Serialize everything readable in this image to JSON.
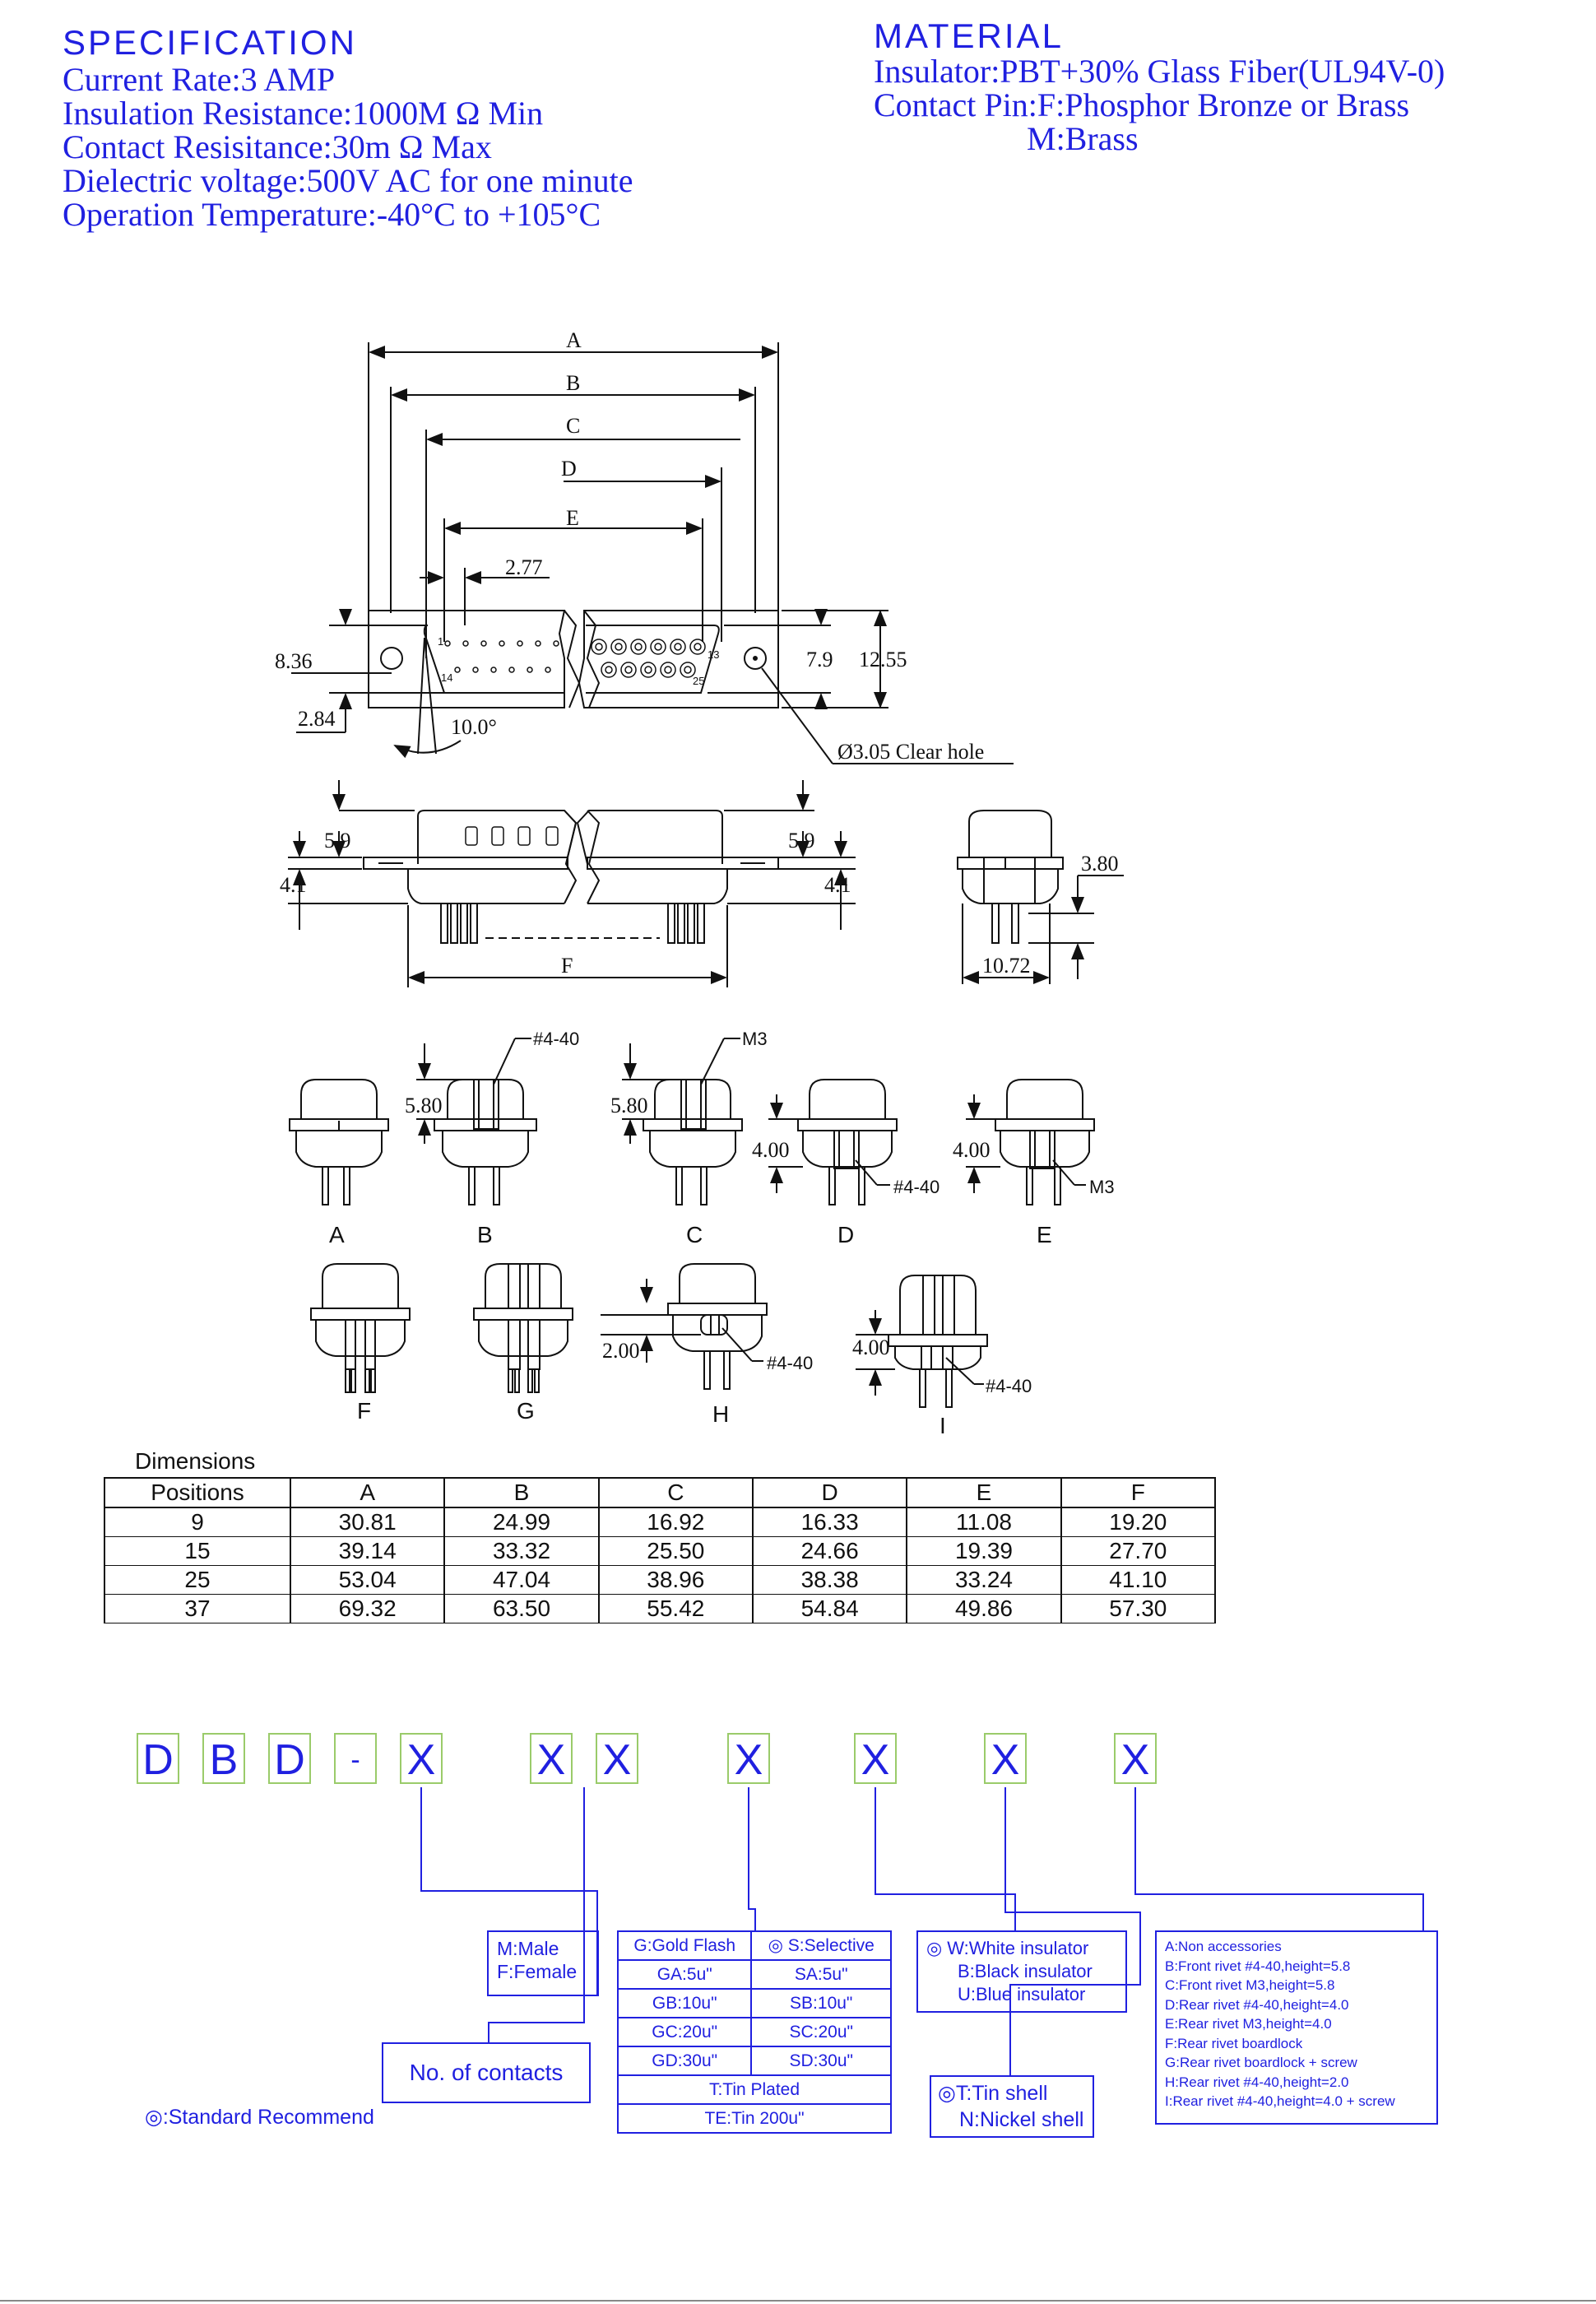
{
  "specification": {
    "heading": "SPECIFICATION",
    "lines": [
      "Current Rate:3 AMP",
      "Insulation Resistance:1000M Ω Min",
      "Contact Resisitance:30m Ω Max",
      "Dielectric voltage:500V AC for one minute",
      "Operation Temperature:-40°C to +105°C"
    ]
  },
  "material": {
    "heading": "MATERIAL",
    "insulator": "Insulator:PBT+30% Glass Fiber(UL94V-0)",
    "contact_pin": "Contact Pin:F:Phosphor Bronze or Brass",
    "contact_pin_m": "M:Brass"
  },
  "drawing": {
    "top_view": {
      "labels": [
        "A",
        "B",
        "C",
        "D",
        "E"
      ],
      "pitch": "2.77",
      "height_left": "8.36",
      "height_right_inner": "7.9",
      "height_right_outer": "12.55",
      "offset": "2.84",
      "angle": "10.0°",
      "pin_first": "1",
      "pin_second_row": "14",
      "pin_last_row1": "13",
      "pin_last_row2": "25",
      "hole": "Ø3.05 Clear hole"
    },
    "side_view": {
      "left_top": "5.9",
      "left_bottom": "4.1",
      "right_top": "5.9",
      "right_bottom": "4.1",
      "f_label": "F",
      "pin_length": "3.80",
      "pin_span": "10.72"
    },
    "accessories_row1": [
      {
        "label": "A"
      },
      {
        "label": "B",
        "dim": "5.80",
        "thread": "#4-40"
      },
      {
        "label": "C",
        "dim": "5.80",
        "thread": "M3"
      },
      {
        "label": "D",
        "dim": "4.00",
        "thread": "#4-40"
      },
      {
        "label": "E",
        "dim": "4.00",
        "thread": "M3"
      }
    ],
    "accessories_row2": [
      {
        "label": "F"
      },
      {
        "label": "G"
      },
      {
        "label": "H",
        "dim": "2.00",
        "thread": "#4-40"
      },
      {
        "label": "I",
        "dim": "4.00",
        "thread": "#4-40"
      }
    ]
  },
  "dimensions": {
    "caption": "Dimensions",
    "headers": [
      "Positions",
      "A",
      "B",
      "C",
      "D",
      "E",
      "F"
    ],
    "rows": [
      [
        "9",
        "30.81",
        "24.99",
        "16.92",
        "16.33",
        "11.08",
        "19.20"
      ],
      [
        "15",
        "39.14",
        "33.32",
        "25.50",
        "24.66",
        "19.39",
        "27.70"
      ],
      [
        "25",
        "53.04",
        "47.04",
        "38.96",
        "38.38",
        "33.24",
        "41.10"
      ],
      [
        "37",
        "69.32",
        "63.50",
        "55.42",
        "54.84",
        "49.86",
        "57.30"
      ]
    ]
  },
  "part_number": {
    "boxes": [
      "D",
      "B",
      "D",
      "-",
      "X",
      "X",
      "X",
      "X",
      "X",
      "X",
      "X"
    ]
  },
  "options": {
    "gender": [
      "M:Male",
      "F:Female"
    ],
    "contacts": "No. of contacts",
    "standard": "◎:Standard Recommend",
    "plating": {
      "header_left": "G:Gold Flash",
      "header_right": "◎ S:Selective",
      "rows": [
        [
          "GA:5u\"",
          "SA:5u\""
        ],
        [
          "GB:10u\"",
          "SB:10u\""
        ],
        [
          "GC:20u\"",
          "SC:20u\""
        ],
        [
          "GD:30u\"",
          "SD:30u\""
        ]
      ],
      "tin": "T:Tin Plated",
      "tin200": "TE:Tin 200u\""
    },
    "insulator": [
      "◎ W:White insulator",
      "B:Black insulator",
      "U:Blue insulator"
    ],
    "shell": [
      "◎T:Tin shell",
      "N:Nickel shell"
    ],
    "accessories": [
      "A:Non accessories",
      "B:Front rivet #4-40,height=5.8",
      "C:Front rivet M3,height=5.8",
      "D:Rear rivet #4-40,height=4.0",
      "E:Rear rivet M3,height=4.0",
      "F:Rear rivet boardlock",
      "G:Rear rivet boardlock + screw",
      "H:Rear rivet #4-40,height=2.0",
      "I:Rear rivet #4-40,height=4.0 + screw"
    ]
  },
  "colors": {
    "text_blue": "#2020e0",
    "box_green": "#9acb6a",
    "line": "#111111"
  }
}
